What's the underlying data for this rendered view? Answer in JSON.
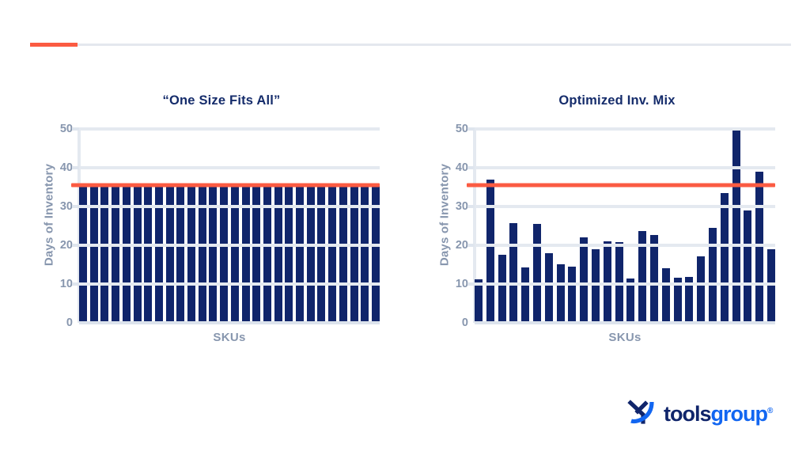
{
  "header": {
    "accent_color": "#FB5B42",
    "rule_color": "#E4E8EE"
  },
  "colors": {
    "bar": "#10256B",
    "target_line": "#FB5B42",
    "title": "#152C6B",
    "axis_text": "#8796AE",
    "gridline": "#E4E9F0",
    "logo_dark": "#10256B",
    "logo_blue": "#1266F1"
  },
  "logo": {
    "mark_name": "toolsgroup-mark",
    "word_primary": "tools",
    "word_secondary": "group",
    "registered": "®"
  },
  "chart_data": [
    {
      "type": "bar",
      "id": "one-size-fits-all",
      "title": "“One Size Fits All”",
      "xlabel": "SKUs",
      "ylabel": "Days of Inventory",
      "ylim": [
        0,
        50
      ],
      "yticks": [
        0,
        10,
        20,
        30,
        40,
        50
      ],
      "ytick_labels": [
        "0",
        "10",
        "20",
        "30",
        "40",
        "50"
      ],
      "grid": true,
      "legend": "none",
      "categories": [
        "1",
        "2",
        "3",
        "4",
        "5",
        "6",
        "7",
        "8",
        "9",
        "10",
        "11",
        "12",
        "13",
        "14",
        "15",
        "16",
        "17",
        "18",
        "19",
        "20",
        "21",
        "22",
        "23",
        "24",
        "25",
        "26",
        "27",
        "28"
      ],
      "values": [
        35.5,
        35.5,
        35.5,
        35.5,
        35.5,
        35.5,
        35.5,
        35.5,
        35.5,
        35.5,
        35.5,
        35.5,
        35.5,
        35.5,
        35.5,
        35.5,
        35.5,
        35.5,
        35.5,
        35.5,
        35.5,
        35.5,
        35.5,
        35.5,
        35.5,
        35.5,
        35.5,
        35.5
      ],
      "target_line": {
        "value": 35.5,
        "color": "#FB5B42"
      }
    },
    {
      "type": "bar",
      "id": "optimized-inventory-mix",
      "title": "Optimized Inv. Mix",
      "xlabel": "SKUs",
      "ylabel": "Days of Inventory",
      "ylim": [
        0,
        50
      ],
      "yticks": [
        0,
        10,
        20,
        30,
        40,
        50
      ],
      "ytick_labels": [
        "0",
        "10",
        "20",
        "30",
        "40",
        "50"
      ],
      "grid": true,
      "legend": "none",
      "categories": [
        "1",
        "2",
        "3",
        "4",
        "5",
        "6",
        "7",
        "8",
        "9",
        "10",
        "11",
        "12",
        "13",
        "14",
        "15",
        "16",
        "17",
        "18",
        "19",
        "20",
        "21",
        "22",
        "23",
        "24",
        "25",
        "26",
        "27",
        "28"
      ],
      "values": [
        11.3,
        37,
        17.5,
        25.8,
        14.2,
        25.6,
        18,
        15.2,
        14.4,
        22,
        19,
        21,
        20.8,
        11.5,
        23.7,
        22.7,
        14,
        11.7,
        11.9,
        17.2,
        24.5,
        33.5,
        50,
        29,
        39,
        19
      ],
      "target_line": {
        "value": 35.5,
        "color": "#FB5B42"
      }
    }
  ]
}
